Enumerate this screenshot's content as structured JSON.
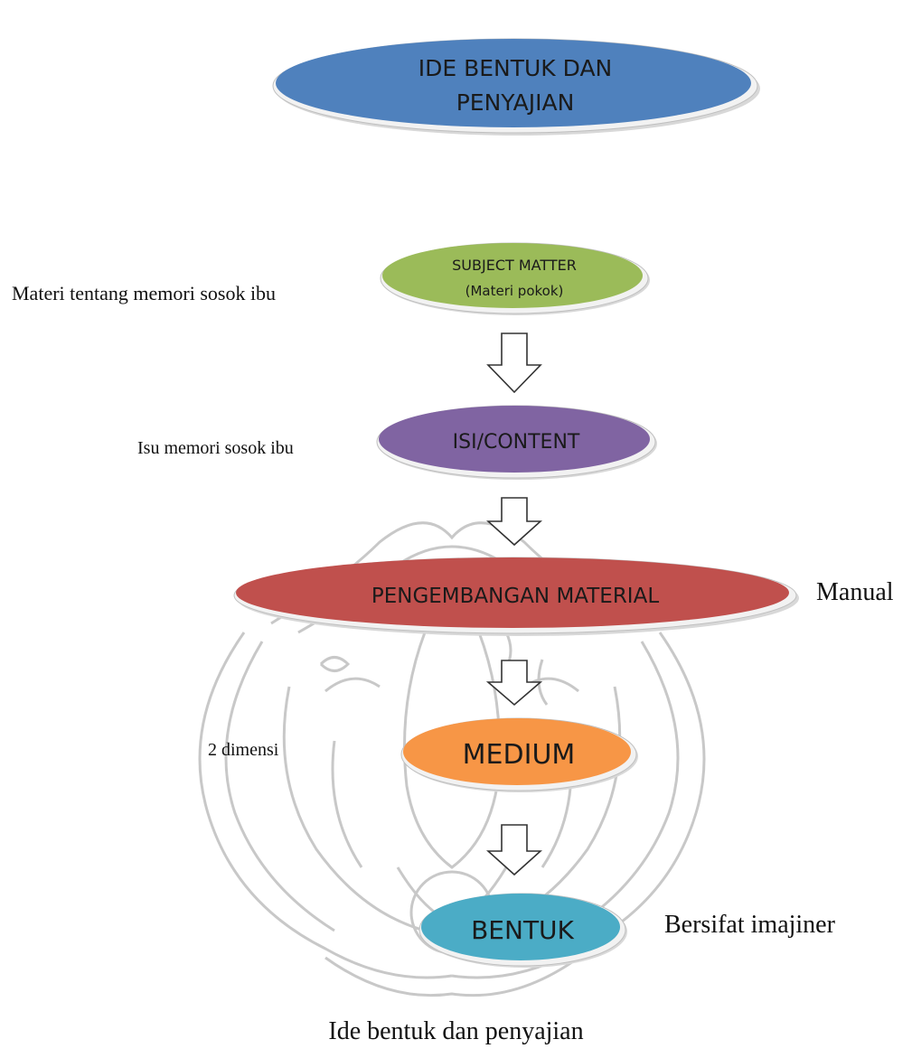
{
  "nodes": {
    "ide": {
      "line1": "IDE BENTUK DAN",
      "line2": "PENYAJIAN",
      "color": "#4f81bd"
    },
    "subject": {
      "line1": "SUBJECT MATTER",
      "line2": "(Materi pokok)",
      "color": "#9bbb59"
    },
    "isi": {
      "label": "ISI/CONTENT",
      "color": "#8064a2"
    },
    "pengembangan": {
      "label": "PENGEMBANGAN MATERIAL",
      "color": "#c0504d"
    },
    "medium": {
      "label": "MEDIUM",
      "color": "#f79646"
    },
    "bentuk": {
      "label": "BENTUK",
      "color": "#4bacc6"
    }
  },
  "annotations": {
    "subject": "Materi tentang  memori sosok ibu",
    "isi": "Isu memori sosok ibu",
    "pengembangan": "Manual",
    "medium": "2 dimensi",
    "bentuk": "Bersifat imajiner"
  },
  "caption": "Ide bentuk dan penyajian",
  "watermark": {
    "color": "#c8c8c8"
  }
}
